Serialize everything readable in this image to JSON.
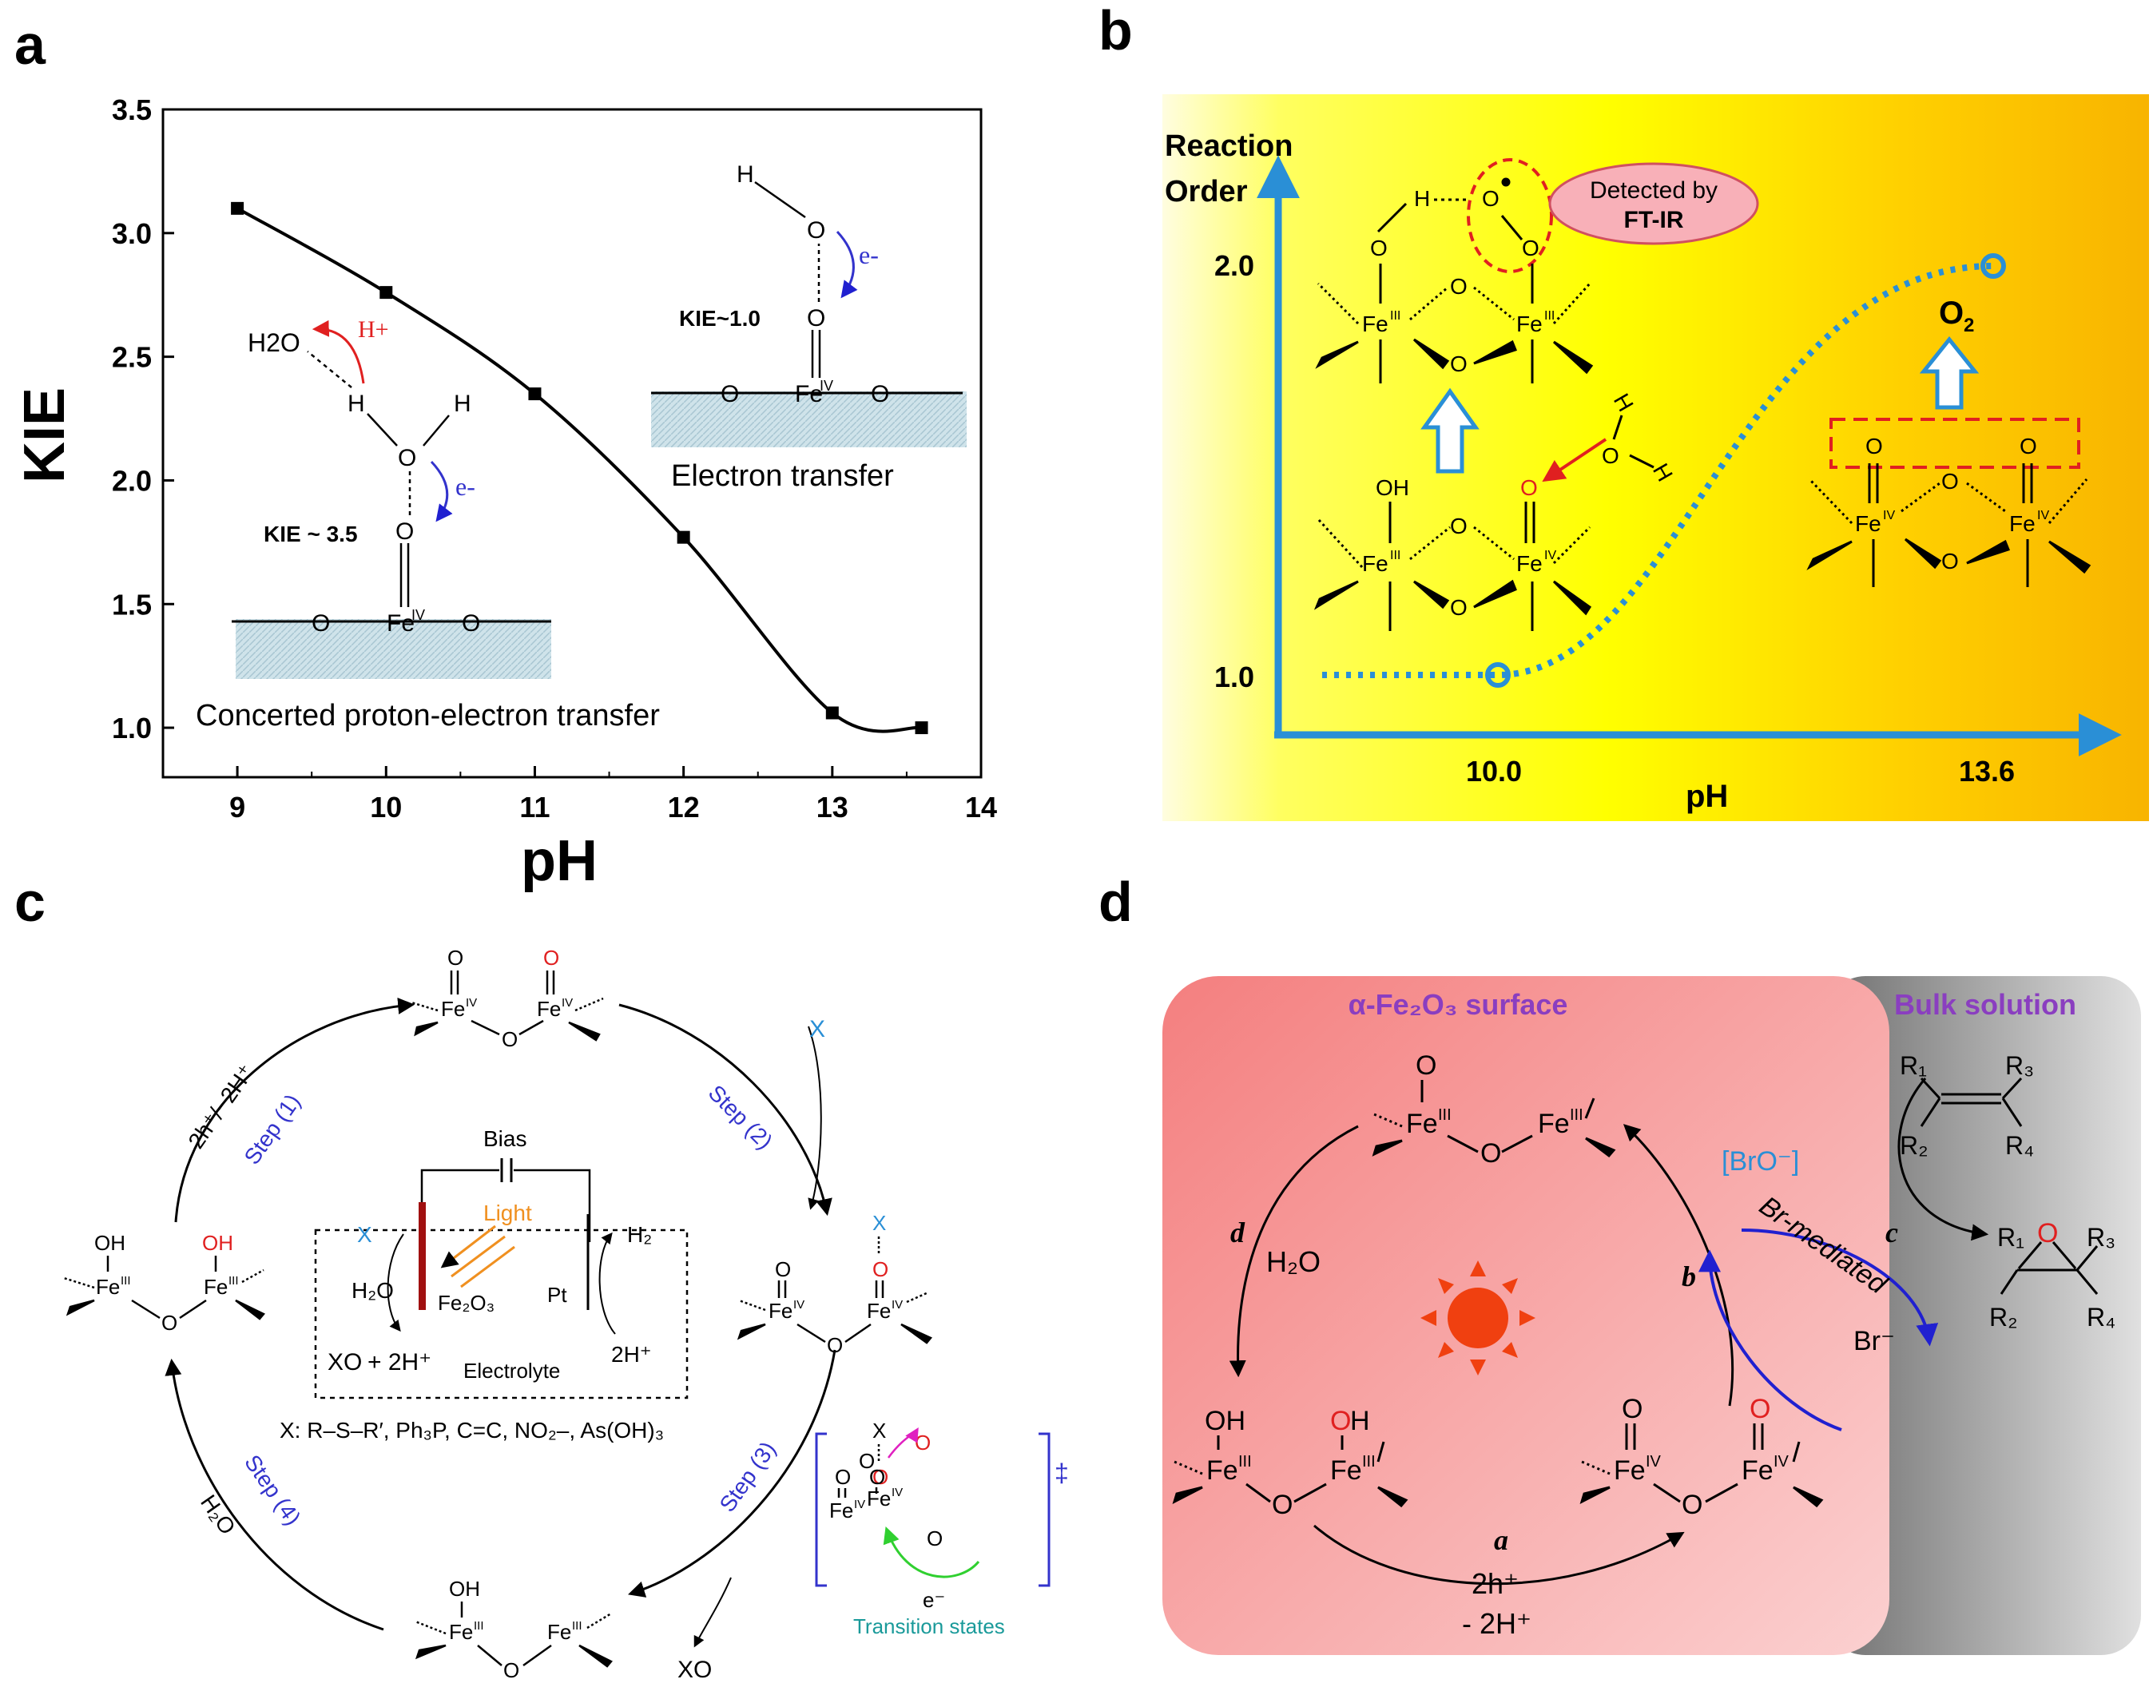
{
  "panels": {
    "a": {
      "letter": "a",
      "xlabel": "pH",
      "ylabel": "KIE",
      "inset_left_caption": "Concerted proton-electron transfer",
      "inset_right_caption": "Electron transfer",
      "kie_left": "KIE ~ 3.5",
      "kie_right": "KIE~1.0",
      "species": {
        "h2o": "H2O",
        "hplus": "H+",
        "h": "H",
        "o": "O",
        "e": "e-",
        "fe": "Fe",
        "feox": "IV"
      }
    },
    "b": {
      "letter": "b",
      "ylabel_line1": "Reaction",
      "ylabel_line2": "Order",
      "xlabel": "pH",
      "y_ticks": [
        "2.0",
        "1.0"
      ],
      "x_ticks": [
        "10.0",
        "13.6"
      ],
      "bubble_line1": "Detected by",
      "bubble_line2": "FT-IR",
      "product": "O",
      "product_sub": "2"
    },
    "c": {
      "letter": "c",
      "steps": [
        "Step (1)",
        "Step (2)",
        "Step (3)",
        "Step (4)"
      ],
      "step1_reagent": "2h⁺/−2H⁺",
      "step4_reagent": "H₂O",
      "x_label": "X",
      "xo_label": "XO",
      "bias": "Bias",
      "light": "Light",
      "h2": "H₂",
      "h2o_cell": "H₂O",
      "fe2o3": "Fe₂O₃",
      "pt": "Pt",
      "cell_xo": "XO",
      "cell_2hplus": "+ 2H⁺",
      "electrolyte": "Electrolyte",
      "cell_2h_right": "2H⁺",
      "substrates": "X: R–S–R′, Ph₃P, C=C, NO₂–, As(OH)₃",
      "transition_e": "e⁻",
      "transition_states": "Transition states",
      "dagger": "‡"
    },
    "d": {
      "letter": "d",
      "surface_title": "α-Fe₂O₃ surface",
      "bulk_title": "Bulk solution",
      "arrow_a": "a",
      "arrow_b": "b",
      "arrow_c": "c",
      "arrow_d": "d",
      "h2o": "H₂O",
      "hplus_top": "2h⁺",
      "hplus_bottom": "- 2H⁺",
      "bro": "[BrO⁻]",
      "br_mediated": "Br-mediated",
      "br_minus": "Br⁻",
      "r1": "R₁",
      "r2": "R₂",
      "r3": "R₃",
      "r4": "R₄"
    }
  },
  "chart_data": {
    "type": "line",
    "x": [
      9,
      10,
      11,
      12,
      13,
      13.6
    ],
    "y": [
      3.1,
      2.76,
      2.35,
      1.77,
      1.06,
      1.0
    ],
    "xlabel": "pH",
    "ylabel": "KIE",
    "xlim": [
      8.5,
      14
    ],
    "ylim": [
      0.8,
      3.5
    ],
    "x_ticks": [
      "9",
      "10",
      "11",
      "12",
      "13",
      "14"
    ],
    "y_ticks": [
      "1.0",
      "1.5",
      "2.0",
      "2.5",
      "3.0",
      "3.5"
    ],
    "grid": false,
    "marker": "square",
    "line_color": "#000000"
  },
  "colors": {
    "cyan_arrow": "#2a8fd6",
    "red_dash": "#e02020",
    "surface_pink": "#f08a8a",
    "bulk_gray": "#8a8a8a",
    "step_blue": "#3333cc",
    "sun_orange": "#f04010"
  }
}
